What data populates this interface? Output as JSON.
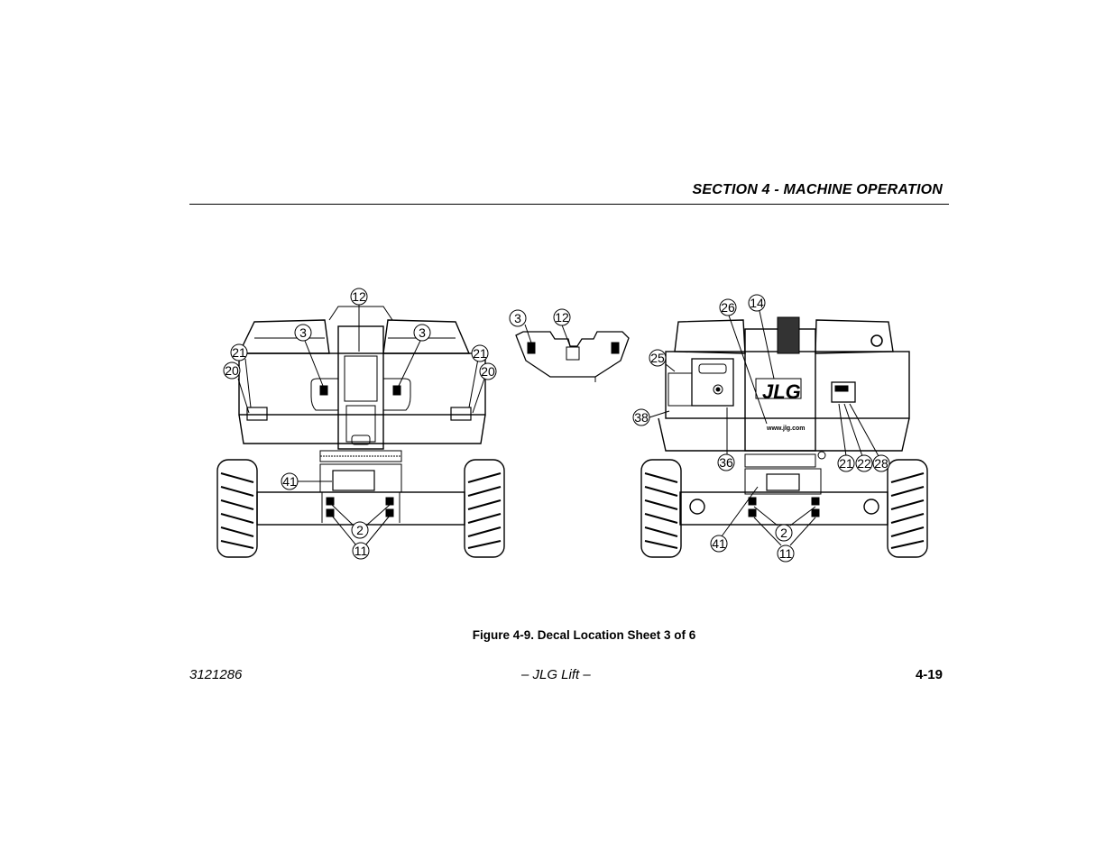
{
  "header": {
    "section_title": "SECTION 4 - MACHINE OPERATION"
  },
  "figure": {
    "caption": "Figure 4-9. Decal Location Sheet 3 of 6",
    "logo_text": "JLG",
    "website_text": "www.jlg.com",
    "callouts": {
      "left_view": [
        "12",
        "3",
        "3",
        "21",
        "20",
        "21",
        "20",
        "41",
        "2",
        "11"
      ],
      "center_detail": [
        "3",
        "12"
      ],
      "right_view": [
        "26",
        "14",
        "25",
        "38",
        "36",
        "21",
        "22",
        "28",
        "41",
        "2",
        "11"
      ]
    }
  },
  "footer": {
    "doc_number": "3121286",
    "center": "– JLG Lift –",
    "page_number": "4-19"
  }
}
